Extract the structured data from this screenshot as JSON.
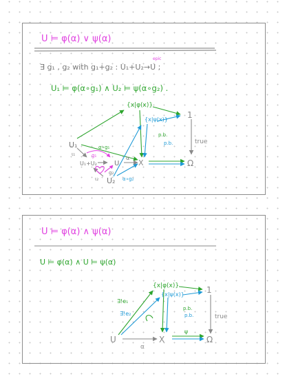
{
  "colors": {
    "magenta": "#e040e0",
    "green": "#2ea52e",
    "blue": "#1e9ad6",
    "gray": "#8a8a8a",
    "dark": "#555555"
  },
  "panel1": {
    "title": "U ⊨ φ(α) ∨ ψ(α)",
    "line2": "∃ g₁ , g₂  with  g₁+g₂ : U₁+U₂→U ;",
    "epic_note": "epic",
    "line3": "U₁ ⊨ φ(α∘g₁)  ∧  U₂ ⊨ ψ(α∘g₂) .",
    "diagram": {
      "top_set": "{x|φ(x)}",
      "mid_set": "{x|ψ(x)}",
      "one": "1",
      "omega": "Ω",
      "x": "X",
      "true_label": "true",
      "pb1": "p.b.",
      "pb2": "p.b.",
      "u1": "U₁",
      "u2": "U₂",
      "u1u2": "U₁+U₂",
      "u": "U",
      "alpha": "α",
      "ag1": "α∘g₁",
      "ag2": "α∘g₂",
      "g1": "g₁",
      "g2": "g₂",
      "v1": "ι₁",
      "v2": "ι₂"
    }
  },
  "panel2": {
    "title": "U ⊨ φ(α) ∧ ψ(α)",
    "line2": "U ⊨ φ(α)  ∧  U ⊨ ψ(α)",
    "diagram": {
      "top_set": "{x|φ(x)}",
      "mid_set": "{x|ψ(x)}",
      "one": "1",
      "omega": "Ω",
      "x": "X",
      "u": "U",
      "alpha": "α",
      "psi": "ψ",
      "true_label": "true",
      "pb1": "p.b.",
      "pb2": "p.b.",
      "exists1": "∃!e₁",
      "exists2": "∃!e₂"
    }
  }
}
